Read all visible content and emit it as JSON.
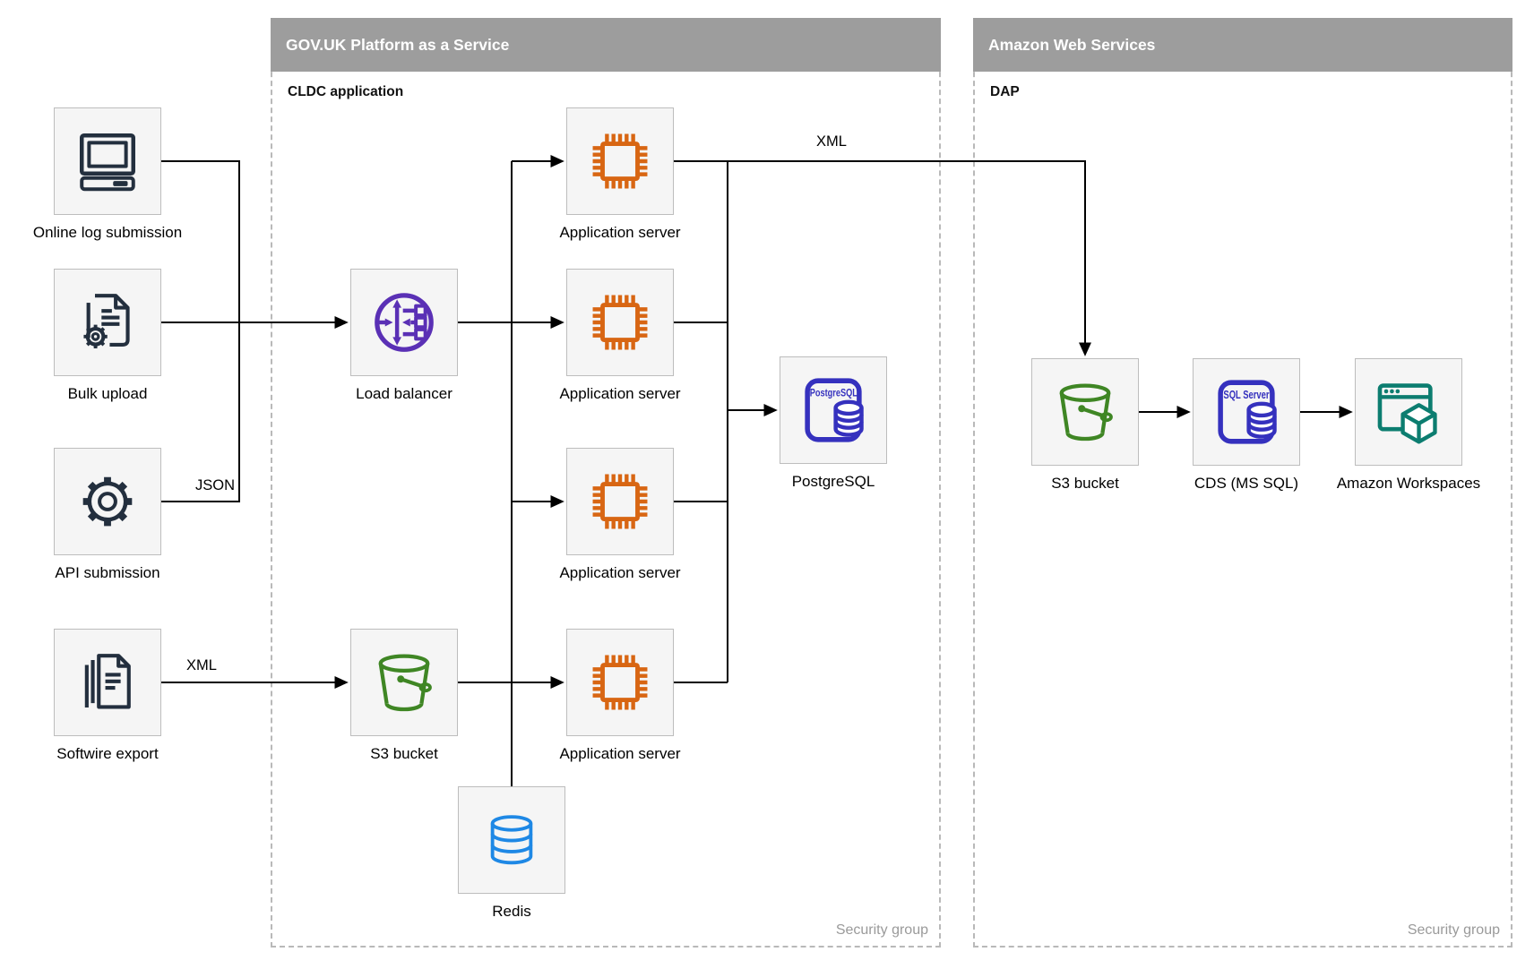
{
  "diagram": {
    "containers": {
      "govuk": {
        "title": "GOV.UK Platform as a Service",
        "sublabel": "CLDC application",
        "security_label": "Security group"
      },
      "aws": {
        "title": "Amazon Web Services",
        "sublabel": "DAP",
        "security_label": "Security group"
      }
    },
    "nodes": {
      "online_log": {
        "label": "Online log submission",
        "icon": "computer-icon"
      },
      "bulk_upload": {
        "label": "Bulk upload",
        "icon": "document-gear-icon"
      },
      "api_submission": {
        "label": "API submission",
        "icon": "gear-icon"
      },
      "softwire_export": {
        "label": "Softwire export",
        "icon": "documents-icon"
      },
      "load_balancer": {
        "label": "Load balancer",
        "icon": "load-balancer-icon"
      },
      "s3_paas": {
        "label": "S3 bucket",
        "icon": "bucket-icon"
      },
      "app_server_1": {
        "label": "Application server",
        "icon": "chip-icon"
      },
      "app_server_2": {
        "label": "Application server",
        "icon": "chip-icon"
      },
      "app_server_3": {
        "label": "Application server",
        "icon": "chip-icon"
      },
      "app_server_4": {
        "label": "Application server",
        "icon": "chip-icon"
      },
      "redis": {
        "label": "Redis",
        "icon": "database-icon"
      },
      "postgresql": {
        "label": "PostgreSQL",
        "icon_text": "PostgreSQL",
        "icon": "postgresql-icon"
      },
      "s3_aws": {
        "label": "S3 bucket",
        "icon": "bucket-icon"
      },
      "cds": {
        "label": "CDS (MS SQL)",
        "icon_text": "SQL Server",
        "icon": "sql-server-icon"
      },
      "workspaces": {
        "label": "Amazon Workspaces",
        "icon": "workspaces-icon"
      }
    },
    "edge_labels": {
      "json": "JSON",
      "xml_softwire": "XML",
      "xml_app": "XML"
    }
  },
  "colors": {
    "header-bar": "#9d9d9d",
    "container-border": "#b9b9b9",
    "node-fill": "#f5f5f5",
    "node-border": "#bdbdbd",
    "line": "#000000",
    "security-text": "#9a9a9a",
    "icon-dark": "#232f3e",
    "icon-purple": "#5a30b5",
    "icon-orange": "#d86613",
    "icon-green": "#3f8624",
    "icon-indigo": "#3531be",
    "icon-blue": "#1e88e5",
    "icon-teal": "#0c7d70"
  }
}
